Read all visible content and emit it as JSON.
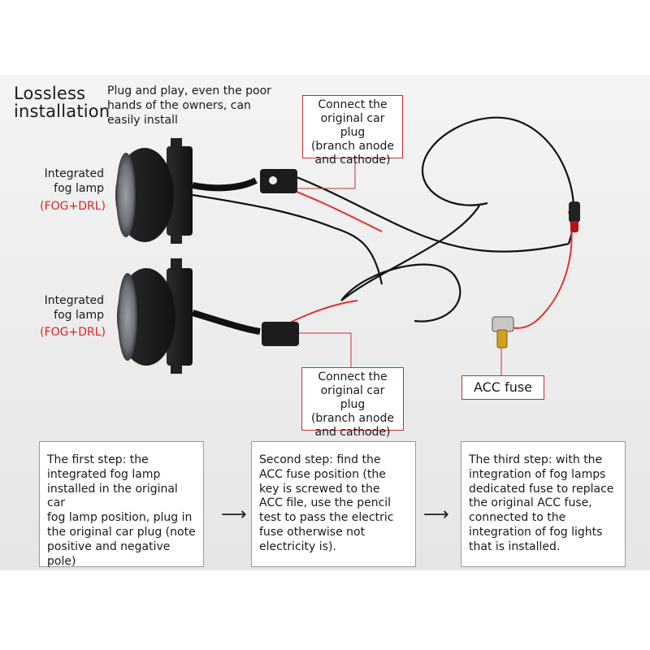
{
  "heading": {
    "title": "Lossless\ninstallation",
    "note": "Plug and play, even the poor\nhands of the owners, can\neasily install"
  },
  "lamps": [
    {
      "label": "Integrated\nfog lamp",
      "tag": "(FOG+DRL)"
    },
    {
      "label": "Integrated\nfog lamp",
      "tag": "(FOG+DRL)"
    }
  ],
  "callouts": [
    {
      "text": "Connect the\noriginal car plug\n(branch anode\nand cathode)"
    },
    {
      "text": "Connect the\noriginal car plug\n(branch anode\nand cathode)"
    }
  ],
  "fuse": {
    "label": "ACC fuse"
  },
  "steps": [
    {
      "text": "The first step: the\nintegrated fog lamp\ninstalled in the original car\nfog lamp position, plug in\nthe original car plug (note\npositive and negative\npole)"
    },
    {
      "text": "Second step: find the\nACC fuse position (the\nkey is screwed to the\nACC file, use the pencil\ntest to pass the electric\nfuse otherwise not\nelectricity is)."
    },
    {
      "text": "The third step: with the\nintegration of fog lamps\ndedicated fuse to replace\nthe original ACC fuse,\nconnected to the\nintegration of fog lights\nthat is installed."
    }
  ],
  "arrows": [
    "⟶",
    "⟶"
  ],
  "colors": {
    "accent_red": "#e02020",
    "callout_border": "#c43030",
    "wire_black": "#111111",
    "wire_red": "#e23030"
  }
}
